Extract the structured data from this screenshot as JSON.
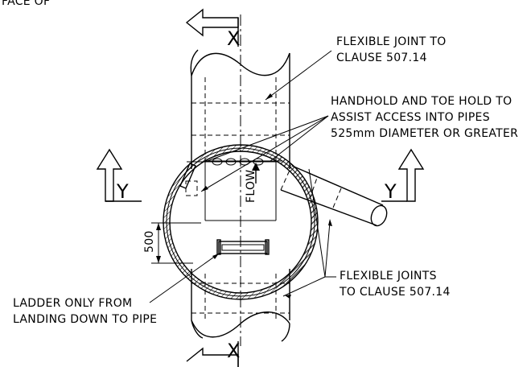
{
  "corner_note": "FACE OF",
  "section_marks": {
    "x": "X",
    "y": "Y"
  },
  "notes": {
    "flexible_joint": [
      "FLEXIBLE JOINT TO",
      "CLAUSE 507.14"
    ],
    "handhold": [
      "HANDHOLD AND TOE HOLD TO",
      "ASSIST ACCESS INTO PIPES",
      "525mm DIAMETER OR GREATER"
    ],
    "flow": "FLOW",
    "dimension": "500",
    "flexible_joints": [
      "FLEXIBLE JOINTS",
      "TO CLAUSE 507.14"
    ],
    "ladder": [
      "LADDER ONLY FROM",
      "LANDING DOWN TO PIPE"
    ]
  }
}
